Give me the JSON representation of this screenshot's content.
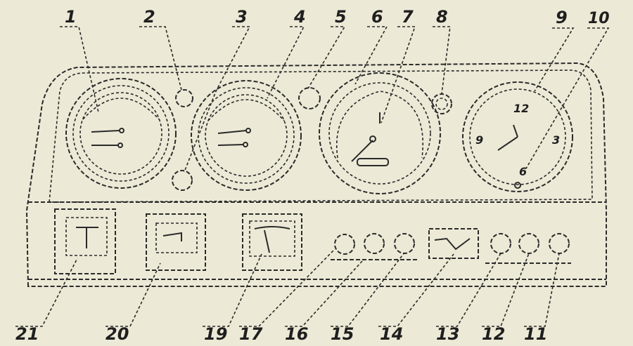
{
  "callouts_top": [
    "1",
    "2",
    "3",
    "4",
    "5",
    "6",
    "7",
    "8",
    "9",
    "10"
  ],
  "callouts_bottom": [
    "21",
    "20",
    "19",
    "17",
    "16",
    "15",
    "14",
    "13",
    "12",
    "11"
  ],
  "clock_numerals": [
    "12",
    "3",
    "6",
    "9"
  ],
  "colors": {
    "paper": "#ece9d6",
    "ink": "#2a2a2a"
  }
}
